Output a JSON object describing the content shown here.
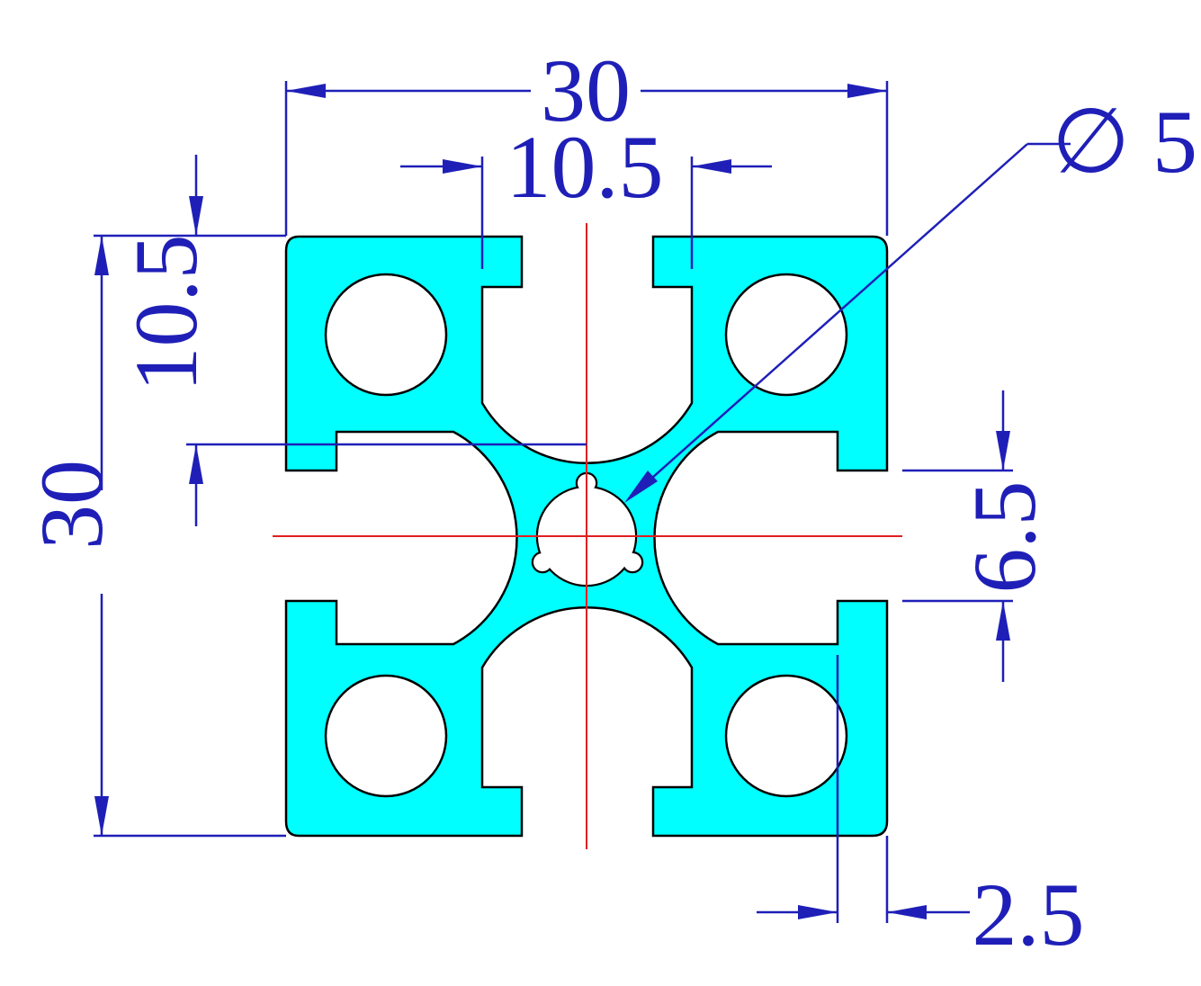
{
  "colors": {
    "profile_fill": "#00ffff",
    "outline": "#000000",
    "dimension": "#1f1fb8",
    "centerline": "#e02020"
  },
  "dimensions": {
    "overall_width": "30",
    "overall_height": "30",
    "slot_opening_top": "10.5",
    "slot_depth_left": "10.5",
    "slot_width_right": "6.5",
    "wall_thickness_bottom": "2.5",
    "center_bore": "∅ 5"
  },
  "icons": {
    "profile": "aluminum-extrusion-cross-section-icon"
  }
}
